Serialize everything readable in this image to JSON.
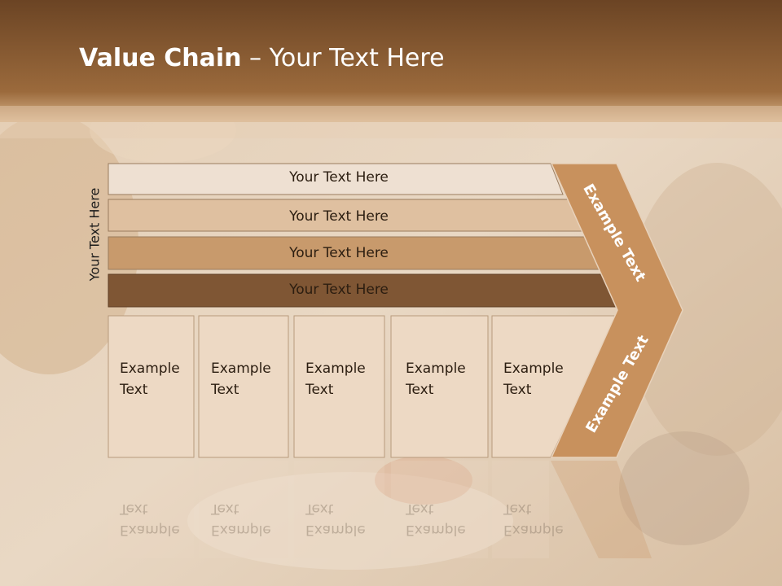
{
  "slide": {
    "title_bold": "Value Chain",
    "title_rest": " – Your Text Here",
    "side_label": "Your Text Here"
  },
  "rows": [
    {
      "label": "Your Text Here",
      "color": "#eee0d2"
    },
    {
      "label": "Your Text Here",
      "color": "#dfc0a0"
    },
    {
      "label": "Your Text Here",
      "color": "#c89a6c"
    },
    {
      "label": "Your Text Here",
      "color": "#7f5634"
    }
  ],
  "boxes": [
    {
      "line1": "Example",
      "line2": "Text"
    },
    {
      "line1": "Example",
      "line2": "Text"
    },
    {
      "line1": "Example",
      "line2": "Text"
    },
    {
      "line1": "Example",
      "line2": "Text"
    },
    {
      "line1": "Example",
      "line2": "Text"
    }
  ],
  "chevron": {
    "upper_text": "Example Text",
    "lower_text": "Example Text",
    "color": "#c8915d"
  },
  "colors": {
    "header": "#7a4f2a",
    "box_fill": "#edd9c4",
    "box_stroke": "#b89a7c"
  }
}
